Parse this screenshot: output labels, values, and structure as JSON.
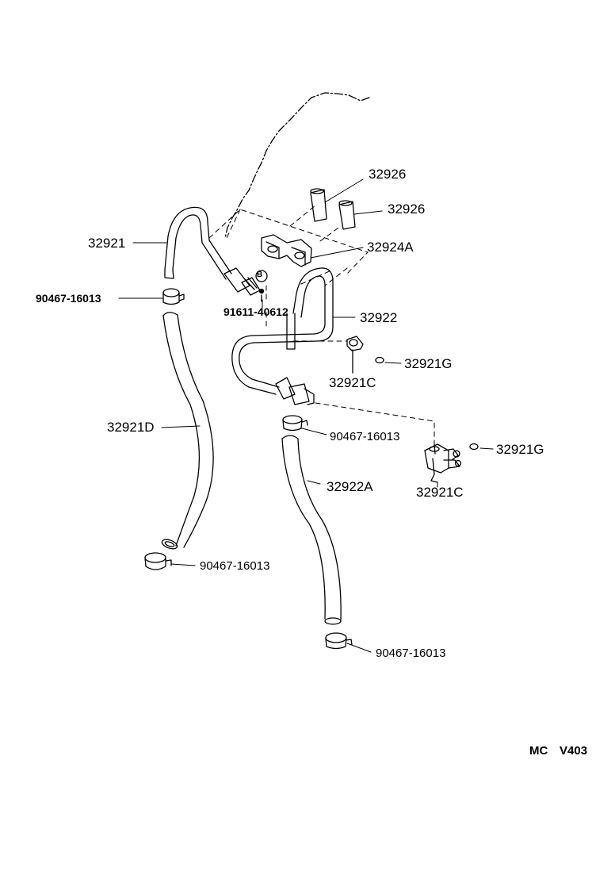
{
  "diagram": {
    "parts": [
      {
        "id": "p1",
        "number": "32926"
      },
      {
        "id": "p2",
        "number": "32926"
      },
      {
        "id": "p3",
        "number": "32924A"
      },
      {
        "id": "p4",
        "number": "32921"
      },
      {
        "id": "p5",
        "number": "90467-16013"
      },
      {
        "id": "p6",
        "number": "91611-40612"
      },
      {
        "id": "p7",
        "number": "32922"
      },
      {
        "id": "p8",
        "number": "32921G"
      },
      {
        "id": "p9",
        "number": "32921C"
      },
      {
        "id": "p10",
        "number": "32921D"
      },
      {
        "id": "p11",
        "number": "90467-16013"
      },
      {
        "id": "p12",
        "number": "32921G"
      },
      {
        "id": "p13",
        "number": "32921C"
      },
      {
        "id": "p14",
        "number": "32922A"
      },
      {
        "id": "p15",
        "number": "90467-16013"
      },
      {
        "id": "p16",
        "number": "90467-16013"
      }
    ],
    "ref_marker": "B",
    "code_left": "MC",
    "code_right": "V403"
  }
}
